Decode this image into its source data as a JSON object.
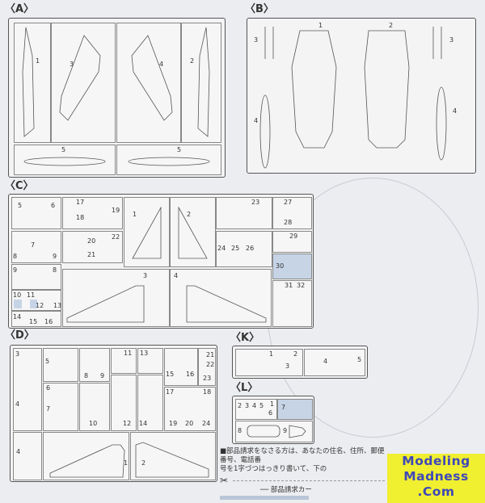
{
  "sections": {
    "A": {
      "label": "〈A〉",
      "parts": [
        "1",
        "3",
        "4",
        "2",
        "5",
        "5"
      ]
    },
    "B": {
      "label": "〈B〉",
      "parts": [
        "1",
        "2",
        "3",
        "3",
        "4",
        "4"
      ]
    },
    "C": {
      "label": "〈C〉",
      "parts": [
        "5",
        "6",
        "17",
        "18",
        "19",
        "1",
        "2",
        "23",
        "27",
        "28",
        "7",
        "8",
        "9",
        "20",
        "21",
        "22",
        "24",
        "25",
        "26",
        "29",
        "9",
        "8",
        "30",
        "3",
        "4",
        "10",
        "11",
        "12",
        "13",
        "31",
        "32",
        "14",
        "15",
        "16"
      ]
    },
    "D": {
      "label": "〈D〉",
      "parts": [
        "3",
        "5",
        "8",
        "9",
        "11",
        "13",
        "15",
        "16",
        "21",
        "22",
        "23",
        "4",
        "6",
        "7",
        "10",
        "12",
        "14",
        "17",
        "18",
        "19",
        "20",
        "24",
        "4",
        "1",
        "2"
      ]
    },
    "K": {
      "label": "〈K〉",
      "parts": [
        "1",
        "2",
        "3",
        "4",
        "5"
      ]
    },
    "L": {
      "label": "〈L〉",
      "parts": [
        "2",
        "3",
        "4",
        "5",
        "1",
        "6",
        "7",
        "8",
        "9"
      ]
    }
  },
  "footer": {
    "line1": "■部品請求をなさる方は、あなたの住名、住所、郵便番号、電話番",
    "line2": "号を1字づつはっきり書いて、下の",
    "card": "── 部品請求カー",
    "scissors_icon": "scissors-icon"
  },
  "watermark": {
    "line1": "Modeling",
    "line2": "Madness",
    "line3": ".Com"
  }
}
